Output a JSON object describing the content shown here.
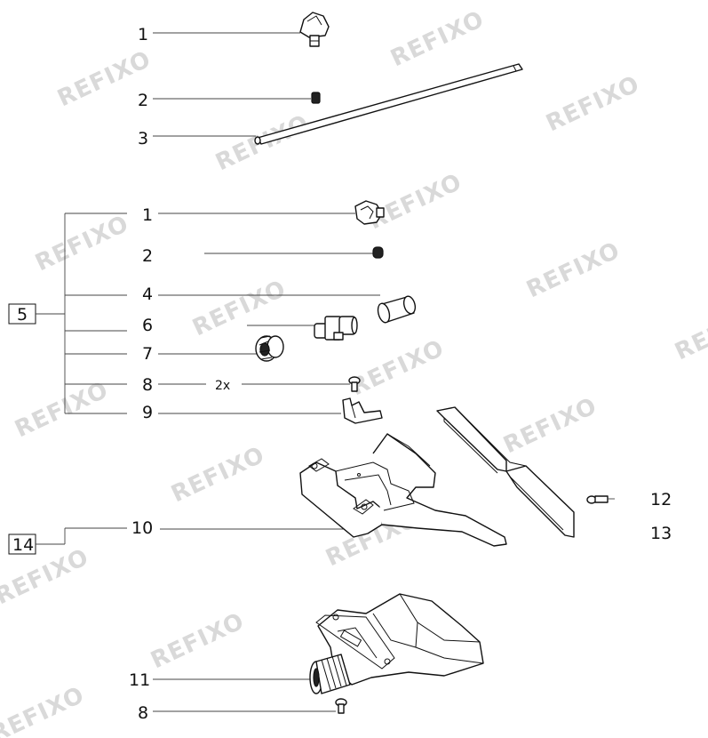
{
  "watermark": "REFIXO",
  "labels": {
    "top_1": "1",
    "top_2": "2",
    "top_3": "3",
    "asm_1": "1",
    "asm_2": "2",
    "asm_4": "4",
    "asm_6": "6",
    "asm_7": "7",
    "asm_8": "8",
    "asm_8_qty": "2x",
    "asm_9": "9",
    "group_5": "5",
    "group_14": "14",
    "part_10": "10",
    "part_11": "11",
    "part_12": "12",
    "part_13": "13",
    "bottom_8": "8"
  }
}
